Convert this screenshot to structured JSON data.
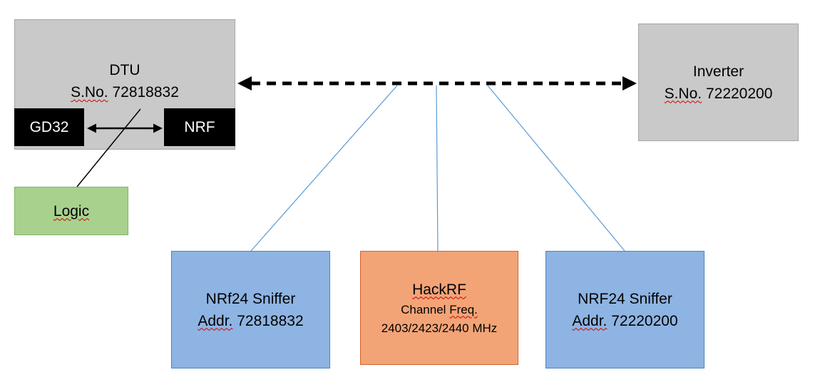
{
  "diagram": {
    "dtu": {
      "title": "DTU",
      "serial_label": "S.No.",
      "serial_number": "72818832"
    },
    "gd32": {
      "label": "GD32"
    },
    "nrf": {
      "label": "NRF"
    },
    "logic": {
      "label": "Logic"
    },
    "inverter": {
      "title": "Inverter",
      "serial_label": "S.No.",
      "serial_number": "72220200"
    },
    "sniffer_left": {
      "title": "NRf24 Sniffer",
      "addr_label": "Addr.",
      "addr_number": "72818832"
    },
    "hackrf": {
      "title": "HackRF",
      "channel_word": "Channel",
      "freq_word": "Freq.",
      "channels": "2403/2423/2440 MHz"
    },
    "sniffer_right": {
      "title": "NRF24 Sniffer",
      "addr_label": "Addr.",
      "addr_number": "72220200"
    }
  },
  "connections": [
    {
      "from": "DTU",
      "to": "Inverter",
      "style": "dashed-double-arrow",
      "color": "#000000"
    },
    {
      "from": "GD32",
      "to": "NRF",
      "style": "double-arrow",
      "color": "#000000"
    },
    {
      "from": "Logic",
      "to": "GD32-NRF link",
      "style": "line",
      "color": "#000000"
    },
    {
      "from": "DTU-Inverter link",
      "to": "NRf24 Sniffer Addr. 72818832",
      "style": "line",
      "color": "#5b9bd5"
    },
    {
      "from": "DTU-Inverter link",
      "to": "HackRF",
      "style": "line",
      "color": "#5b9bd5"
    },
    {
      "from": "DTU-Inverter link",
      "to": "NRF24 Sniffer Addr. 72220200",
      "style": "line",
      "color": "#5b9bd5"
    }
  ],
  "colors": {
    "gray_fill": "#c9c9c9",
    "gray_border": "#a6a6a6",
    "black_fill": "#000000",
    "green_fill": "#a9d18e",
    "green_border": "#7cb360",
    "blue_fill": "#8eb4e3",
    "blue_border": "#4f81bd",
    "orange_fill": "#f2a477",
    "orange_border": "#d3622b",
    "connector_blue": "#5b9bd5",
    "spellcheck_red": "#d00000"
  }
}
